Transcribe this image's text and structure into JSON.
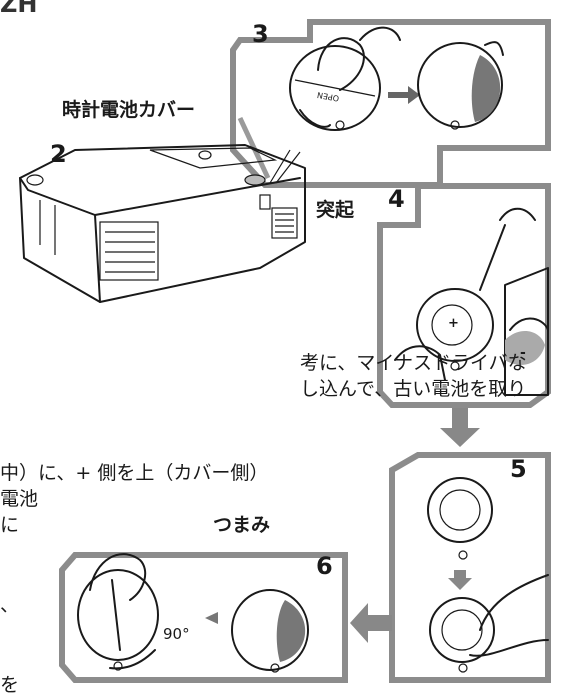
{
  "header_fragment": "ZH",
  "labels": {
    "clock_battery_cover": "時計電池カバー",
    "protrusion": "突起",
    "knob": "つまみ",
    "angle": "90°"
  },
  "steps": {
    "s2": "2",
    "s3": "3",
    "s4": "4",
    "s5": "5",
    "s6": "6"
  },
  "cover_text": "OPEN",
  "battery_marks": {
    "plus": "+",
    "minus": "-"
  },
  "body_text": [
    "考に、マイナスドライバな",
    "し込んで、古い電池を取り",
    "中）に、+ 側を上（カバー側）",
    "電池",
    "に",
    "、",
    "を"
  ]
}
